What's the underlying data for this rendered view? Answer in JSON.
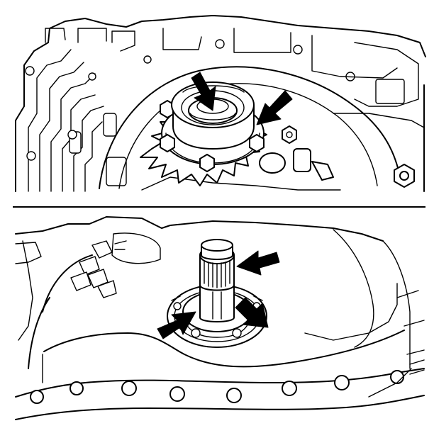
{
  "figure": {
    "panels": [
      {
        "id": "top",
        "subject": "torque-converter-oil-pump-seal-assembly",
        "callout_arrows": 2
      },
      {
        "id": "bottom",
        "subject": "input-shaft-with-seal-bore",
        "callout_arrows": 3
      }
    ],
    "colors": {
      "line": "#000000",
      "background": "#ffffff"
    }
  }
}
